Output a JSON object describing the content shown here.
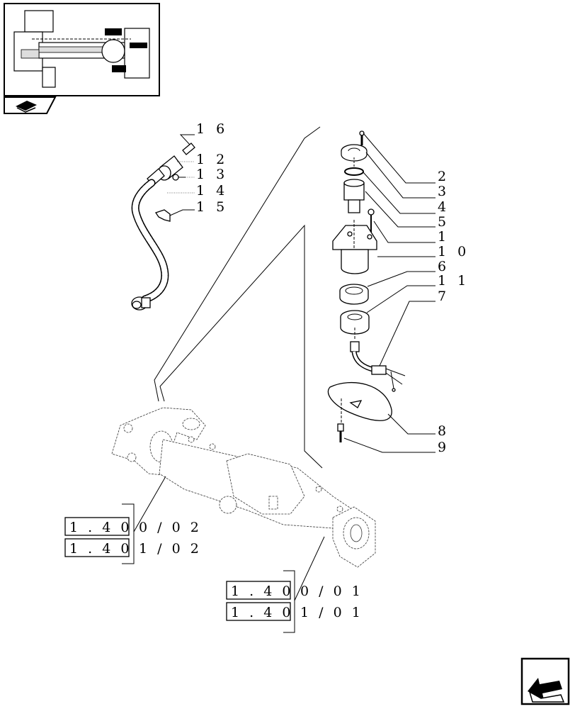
{
  "callouts": {
    "c16": "1 6",
    "c12": "1 2",
    "c13": "1 3",
    "c14": "1 4",
    "c15": "1 5",
    "c2": "2",
    "c3": "3",
    "c4": "4",
    "c5": "5",
    "c1": "1",
    "c10": "1 0",
    "c6": "6",
    "c11": "1 1",
    "c7": "7",
    "c8": "8",
    "c9": "9"
  },
  "references": {
    "front_a": {
      "box": "1 . 4 0",
      "suffix": "0 / 0 2"
    },
    "front_b": {
      "box": "1 . 4 0",
      "suffix": "1 / 0 2"
    },
    "rear_a": {
      "box": "1 . 4 0",
      "suffix": "0 / 0 1"
    },
    "rear_b": {
      "box": "1 . 4 0",
      "suffix": "1 / 0 1"
    }
  },
  "icons": {
    "thumbnail": "axle-thumbnail-icon",
    "tab": "open-book-icon",
    "nav": "back-arrow-icon"
  }
}
